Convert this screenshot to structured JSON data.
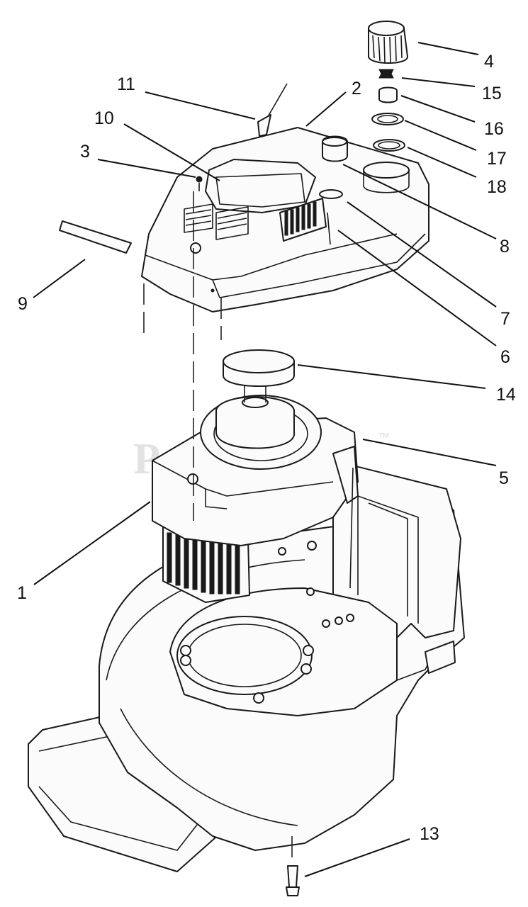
{
  "watermark": "PartsTree",
  "trademark": "TM",
  "callouts": [
    {
      "id": "1",
      "label": "1"
    },
    {
      "id": "2",
      "label": "2"
    },
    {
      "id": "3",
      "label": "3"
    },
    {
      "id": "4",
      "label": "4"
    },
    {
      "id": "5",
      "label": "5"
    },
    {
      "id": "6",
      "label": "6"
    },
    {
      "id": "7",
      "label": "7"
    },
    {
      "id": "8",
      "label": "8"
    },
    {
      "id": "9",
      "label": "9"
    },
    {
      "id": "10",
      "label": "10"
    },
    {
      "id": "11",
      "label": "11"
    },
    {
      "id": "13",
      "label": "13"
    },
    {
      "id": "14",
      "label": "14"
    },
    {
      "id": "15",
      "label": "15"
    },
    {
      "id": "16",
      "label": "16"
    },
    {
      "id": "17",
      "label": "17"
    },
    {
      "id": "18",
      "label": "18"
    }
  ]
}
